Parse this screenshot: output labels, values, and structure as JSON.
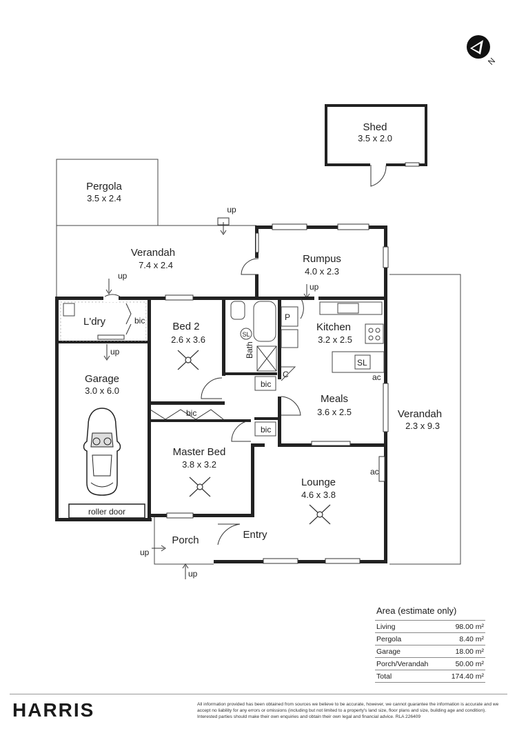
{
  "rooms": {
    "shed": {
      "name": "Shed",
      "dims": "3.5 x 2.0"
    },
    "pergola": {
      "name": "Pergola",
      "dims": "3.5 x 2.4"
    },
    "verandah_top": {
      "name": "Verandah",
      "dims": "7.4 x 2.4"
    },
    "rumpus": {
      "name": "Rumpus",
      "dims": "4.0 x 2.3"
    },
    "laundry": {
      "name": "L'dry"
    },
    "bed2": {
      "name": "Bed 2",
      "dims": "2.6 x 3.6"
    },
    "bath": {
      "name": "Bath"
    },
    "kitchen": {
      "name": "Kitchen",
      "dims": "3.2 x 2.5"
    },
    "garage": {
      "name": "Garage",
      "dims": "3.0 x 6.0"
    },
    "meals": {
      "name": "Meals",
      "dims": "3.6 x 2.5"
    },
    "verandah_side": {
      "name": "Verandah",
      "dims": "2.3 x 9.3"
    },
    "master_bed": {
      "name": "Master Bed",
      "dims": "3.8 x 3.2"
    },
    "lounge": {
      "name": "Lounge",
      "dims": "4.6 x 3.8"
    },
    "porch": {
      "name": "Porch"
    },
    "entry": {
      "name": "Entry"
    }
  },
  "labels": {
    "up": "up",
    "bic": "bic",
    "ac": "ac",
    "sl": "SL",
    "p": "P",
    "c": "C",
    "roller_door": "roller door",
    "compass": "N"
  },
  "area": {
    "title": "Area (estimate only)",
    "rows": [
      {
        "label": "Living",
        "value": "98.00 m²"
      },
      {
        "label": "Pergola",
        "value": "8.40 m²"
      },
      {
        "label": "Garage",
        "value": "18.00 m²"
      },
      {
        "label": "Porch/Verandah",
        "value": "50.00 m²"
      },
      {
        "label": "Total",
        "value": "174.40 m²"
      }
    ]
  },
  "brand": "HARRIS",
  "disclaimer": "All information provided has been obtained from sources we believe to be accurate, however, we cannot guarantee the information is accurate and we accept no liability for any errors or omissions (including but not limited to a property's land size, floor plans and size, building age and condition). Interested parties should make their own enquiries and obtain their own legal and financial advice. RLA 226409"
}
